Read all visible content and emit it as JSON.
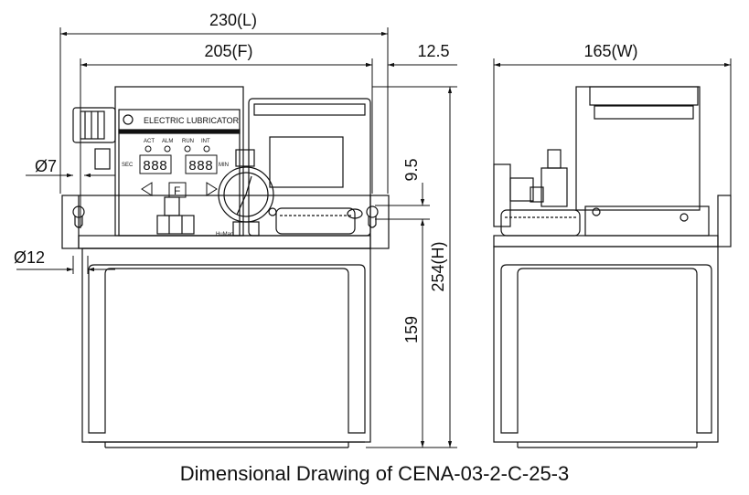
{
  "front_view": {
    "dim_length": "230(L)",
    "dim_front": "205(F)",
    "dim_offset": "12.5",
    "dim_hole_small": "Ø7",
    "dim_hole_large": "Ø12",
    "dim_mount": "9.5",
    "dim_height": "254(H)",
    "dim_tank": "159",
    "panel": {
      "title": "ELECTRIC LUBRICATOR",
      "indicators": [
        "ACT",
        "ALM",
        "RUN",
        "INT"
      ],
      "sec_label": "SEC",
      "min_label": "MIN",
      "display_left": "888",
      "display_right": "888",
      "f_key": "F",
      "brand": "HuMan"
    }
  },
  "side_view": {
    "dim_width": "165(W)"
  },
  "caption": "Dimensional Drawing of CENA-03-2-C-25-3"
}
